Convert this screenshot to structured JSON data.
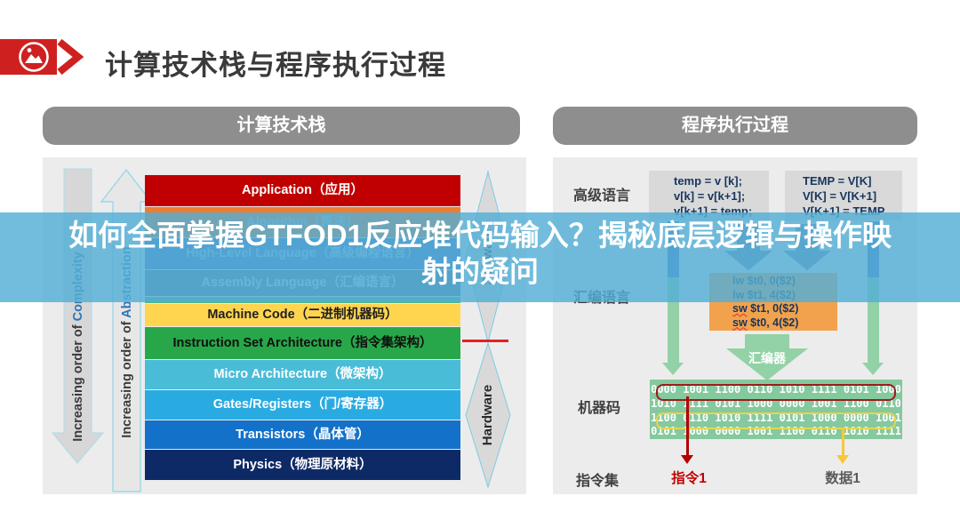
{
  "header": {
    "title": "计算技术栈与程序执行过程"
  },
  "overlay": {
    "text": "如何全面掌握GTFOD1反应堆代码输入？揭秘底层逻辑与操作映射的疑问"
  },
  "left_panel": {
    "title": "计算技术栈",
    "stack_layers": [
      {
        "label": "Application（应用）",
        "bg": "#c00000",
        "color": "#ffffff"
      },
      {
        "label": "Algorithm（算法）",
        "bg": "#ed7d31",
        "color": "#9dc3e6"
      },
      {
        "label": "High-Level Language（高级编程语言）",
        "bg": "#4472c4",
        "color": "#9cc3e8"
      },
      {
        "label": "Assembly Language（汇编语言）",
        "bg": "#5b6e91",
        "color": "#bdd7ee"
      },
      {
        "label": "",
        "bg": "#4cb687",
        "color": "#ffffff"
      },
      {
        "label": "Machine Code（二进制机器码）",
        "bg": "#ffd54f",
        "color": "#1f1f1f"
      },
      {
        "label": "Instruction Set Architecture（指令集架构）",
        "bg": "#28a74a",
        "color": "#101010"
      },
      {
        "label": "Micro Architecture（微架构）",
        "bg": "#49bcd8",
        "color": "#ffffff"
      },
      {
        "label": "Gates/Registers（门/寄存器）",
        "bg": "#29abe2",
        "color": "#ffffff"
      },
      {
        "label": "Transistors（晶体管）",
        "bg": "#1471c9",
        "color": "#ffffff"
      },
      {
        "label": "Physics（物理原材料）",
        "bg": "#0e2a66",
        "color": "#ffffff"
      }
    ],
    "arrow_down": {
      "prefix": "Increasing order of ",
      "highlight": "Complexity"
    },
    "arrow_up": {
      "prefix": "Increasing order of ",
      "highlight": "Abstraction"
    },
    "software_label": "Software",
    "hardware_label": "Hardware"
  },
  "right_panel": {
    "title": "程序执行过程",
    "high_level_label": "高级语言",
    "assembly_label": "汇编语言",
    "machine_label": "机器码",
    "isa_label": "指令集",
    "code_box_c": [
      "temp = v [k];",
      "v[k] = v[k+1];",
      "v[k+1] = temp;"
    ],
    "code_box_basic": [
      "TEMP = V[K]",
      "V[K] = V[K+1]",
      "V[K+1] = TEMP"
    ],
    "assembly_box": [
      "lw $t0, 0($2)",
      "lw $t1, 4($2)",
      "sw $t1, 0($2)",
      "sw $t0, 4($2)"
    ],
    "assembler_label": "汇编器",
    "binary_lines": [
      "0000 1001 1100 0110 1010 1111 0101 1000",
      "1010 1111 0101 1000 0000 1001 1100 0110",
      "1100 0110 1010 1111 0101 1000 0000 1001",
      "0101 1000 0000 1001 1100 0110 1010 1111"
    ],
    "instruction_label": "指令1",
    "data_label": "数据1"
  },
  "colors": {
    "accent_red": "#cf2020",
    "band_blue": "#53aed6",
    "pill_gray": "#8e8e8e",
    "panel_gray": "#ececec",
    "code_gray": "#d9d9d9",
    "asm_orange": "#f2a24d",
    "green_arrow": "#93d1a6",
    "machine_green": "#85c99e",
    "outline_red": "#9b1c1c",
    "outline_yellow": "#e8d44e",
    "instr_red": "#c00000",
    "data_gray": "#595959",
    "code_text": "#17365d",
    "label_dark": "#3f3f3f",
    "blue_highlight": "#2e75b6",
    "long_arrow_blue": "#4472c4",
    "compiler_arrow_slate": "#6d83ab",
    "divider_red": "#e02222"
  }
}
